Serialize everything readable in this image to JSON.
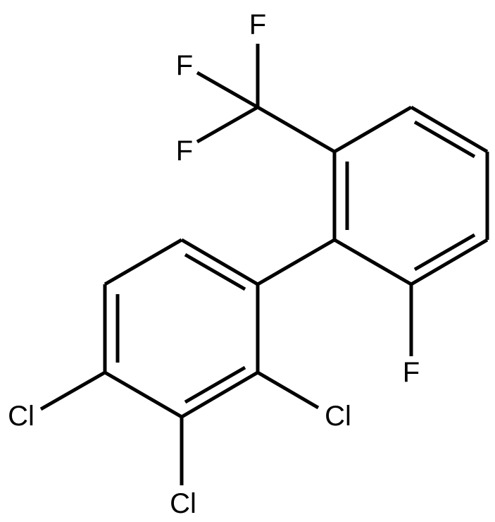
{
  "molecule": {
    "atoms": {
      "f_top": "F",
      "f_upper_left": "F",
      "f_lower_left": "F",
      "f_ring": "F",
      "cl_left": "Cl",
      "cl_right": "Cl",
      "cl_bottom": "Cl"
    },
    "colors": {
      "bond": "#000000",
      "label": "#000000",
      "background": "#ffffff"
    }
  }
}
